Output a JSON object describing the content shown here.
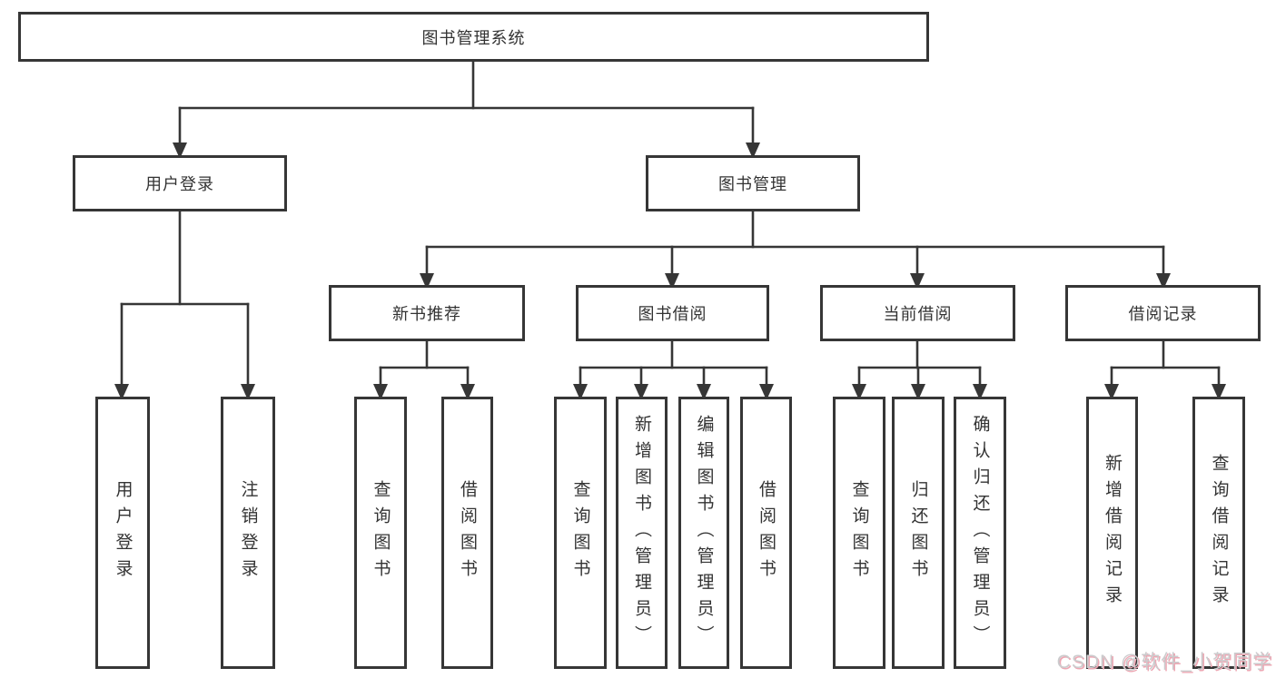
{
  "tree": {
    "label": "图书管理系统",
    "children": [
      {
        "label": "用户登录",
        "children": [
          {
            "label": "用户登录"
          },
          {
            "label": "注销登录"
          }
        ]
      },
      {
        "label": "图书管理",
        "children": [
          {
            "label": "新书推荐",
            "children": [
              {
                "label": "查询图书"
              },
              {
                "label": "借阅图书"
              }
            ]
          },
          {
            "label": "图书借阅",
            "children": [
              {
                "label": "查询图书"
              },
              {
                "label": "新增图书（管理员）"
              },
              {
                "label": "编辑图书（管理员）"
              },
              {
                "label": "借阅图书"
              }
            ]
          },
          {
            "label": "当前借阅",
            "children": [
              {
                "label": "查询图书"
              },
              {
                "label": "归还图书"
              },
              {
                "label": "确认归还（管理员）"
              }
            ]
          },
          {
            "label": "借阅记录",
            "children": [
              {
                "label": "新增借阅记录"
              },
              {
                "label": "查询借阅记录"
              }
            ]
          }
        ]
      }
    ]
  },
  "watermark": {
    "text": "CSDN @软件_小贺同学"
  },
  "colors": {
    "background": "#ffffff",
    "line": "#363636",
    "box_border": "#363636",
    "text": "#333333",
    "watermark": "#cbcbcd",
    "watermark_accent": "#eda7b3"
  }
}
